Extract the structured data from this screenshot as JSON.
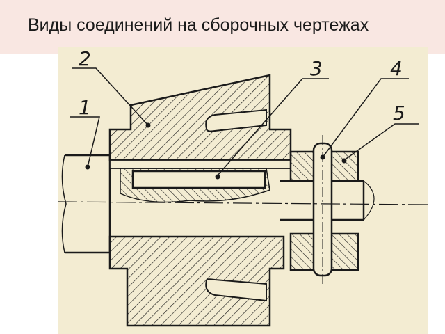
{
  "slide": {
    "title": "Виды соединений на сборочных чертежах"
  },
  "drawing": {
    "callouts": [
      "1",
      "2",
      "3",
      "4",
      "5"
    ],
    "colors": {
      "paper": "#f3ecd2",
      "ink": "#1a1a1a",
      "title_band": "#f9e7e2"
    }
  }
}
